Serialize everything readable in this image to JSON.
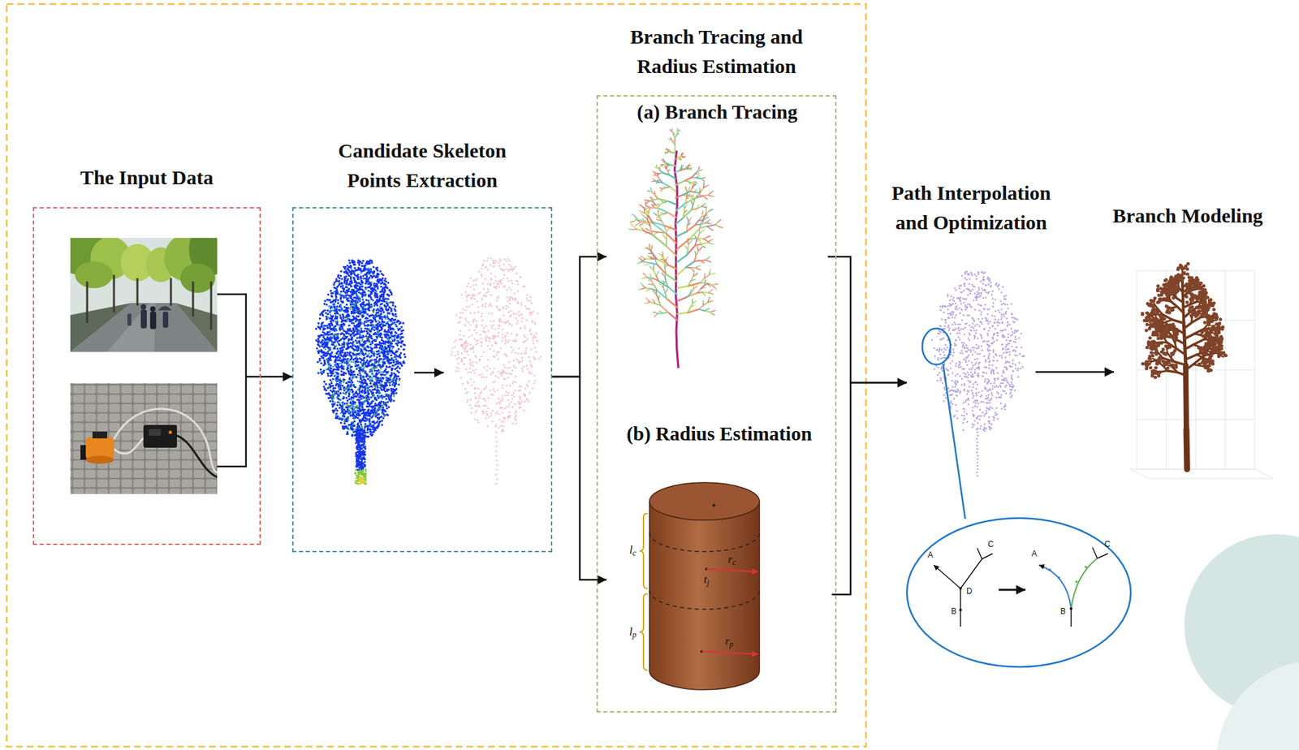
{
  "diagram": {
    "nodes": [
      {
        "text": [
          "The Input Data"
        ]
      },
      {
        "text": [
          "Candidate Skeleton Points Extraction"
        ]
      },
      {
        "text": [
          "Branch Tracing and Radius Estimation"
        ]
      },
      {
        "text": [
          "(a) Branch Tracing"
        ],
        "in": 2
      },
      {
        "text": [
          "(b) Radius Estimation"
        ],
        "in": 2
      },
      {
        "text": [
          "Path Interpolation and Optimization"
        ]
      },
      {
        "text": [
          "Branch Modeling"
        ]
      }
    ],
    "edges": [
      {
        "from": 0,
        "to": 1,
        "arrow": "to"
      },
      {
        "from": 1,
        "to": 3,
        "arrow": "to"
      },
      {
        "from": 1,
        "to": 4,
        "arrow": "to"
      },
      {
        "from": 3,
        "to": 5,
        "arrow": "to"
      },
      {
        "from": 4,
        "to": 5,
        "arrow": "to"
      },
      {
        "from": 5,
        "to": 6,
        "arrow": "to"
      }
    ],
    "labels": [
      "lc",
      "rc",
      "tj",
      "lp",
      "rp",
      "A",
      "C",
      "D",
      "B",
      "A",
      "C",
      "B"
    ]
  }
}
